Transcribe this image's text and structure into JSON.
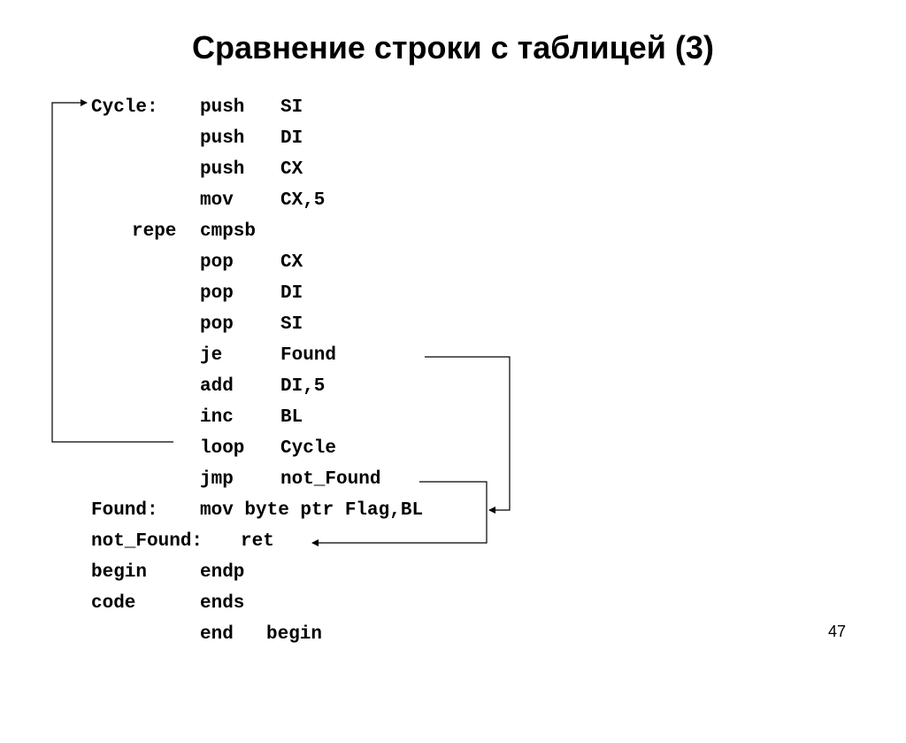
{
  "slide": {
    "title": "Сравнение строки с таблицей (3)",
    "page_number": "47"
  },
  "code": [
    {
      "label": "Cycle:",
      "op": "push",
      "arg": "SI"
    },
    {
      "label": "",
      "op": "push",
      "arg": "DI"
    },
    {
      "label": "",
      "op": "push",
      "arg": "CX"
    },
    {
      "label": "",
      "op": "mov",
      "arg": "CX,5"
    },
    {
      "prefix": "repe",
      "op": "cmpsb",
      "arg": ""
    },
    {
      "label": "",
      "op": "pop",
      "arg": "CX"
    },
    {
      "label": "",
      "op": "pop",
      "arg": "DI"
    },
    {
      "label": "",
      "op": "pop",
      "arg": "SI"
    },
    {
      "label": "",
      "op": "je",
      "arg": "Found"
    },
    {
      "label": "",
      "op": "add",
      "arg": "DI,5"
    },
    {
      "label": "",
      "op": "inc",
      "arg": "BL"
    },
    {
      "label": "",
      "op": "loop",
      "arg": "Cycle"
    },
    {
      "label": "",
      "op": "jmp",
      "arg": "not_Found"
    },
    {
      "label": "Found:",
      "op": "mov byte ptr Flag,BL",
      "arg": ""
    },
    {
      "label": "not_Found:",
      "op": "ret",
      "arg": ""
    },
    {
      "label": "begin",
      "op": "endp",
      "arg": ""
    },
    {
      "label": "code",
      "op": "ends",
      "arg": ""
    },
    {
      "label": "",
      "op": "end",
      "arg": "begin"
    }
  ],
  "colors": {
    "text": "#000000",
    "background": "#ffffff"
  }
}
